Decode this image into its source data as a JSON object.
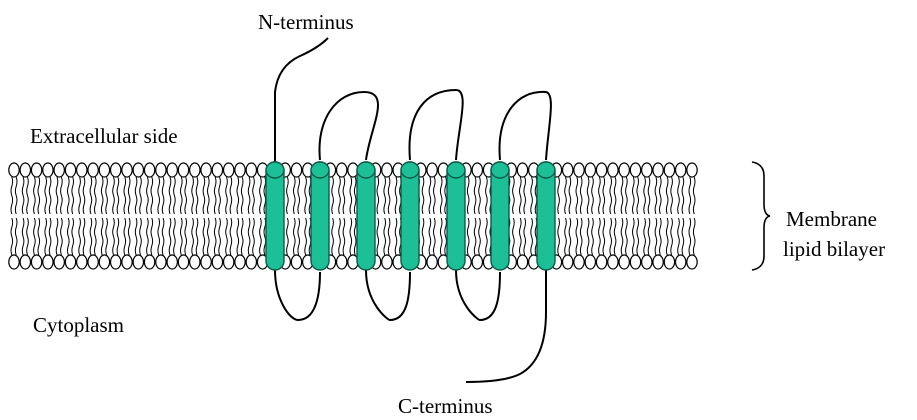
{
  "labels": {
    "n_terminus": "N-terminus",
    "extracellular": "Extracellular side",
    "cytoplasm": "Cytoplasm",
    "c_terminus": "C-terminus",
    "membrane_line1": "Membrane",
    "membrane_line2": "lipid bilayer"
  },
  "colors": {
    "helix_fill": "#1dbf96",
    "helix_stroke": "#0f5a48",
    "line": "#000000",
    "background": "#ffffff"
  },
  "structure": {
    "transmembrane_helices": 7
  }
}
